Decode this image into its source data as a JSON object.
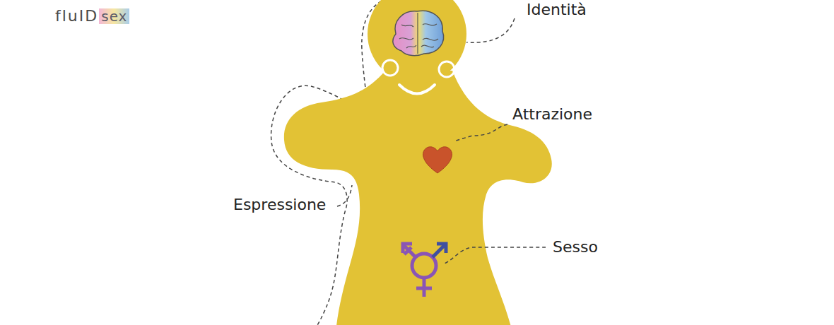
{
  "diagram": {
    "labels": [
      "fluID",
      "sex",
      "Identità",
      "Attrazione",
      "Espressione",
      "Sesso"
    ]
  }
}
